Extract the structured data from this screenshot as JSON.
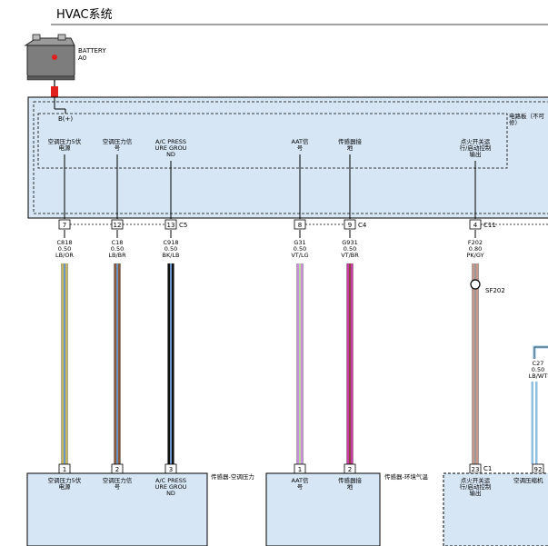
{
  "title": "HVAC系统",
  "battery": {
    "name": "BATTERY",
    "code": "A0",
    "terminal": "B(+)"
  },
  "module_top": {
    "label_line1": "电路板（不可",
    "label_line2": "修）"
  },
  "pins": [
    {
      "label": [
        "空调压力5伏",
        "电源"
      ]
    },
    {
      "label": [
        "空调压力信",
        "号"
      ]
    },
    {
      "label": [
        "A/C PRESS",
        "URE GROU",
        "ND"
      ]
    },
    {
      "label": [
        "AAT信",
        "号"
      ]
    },
    {
      "label": [
        "传感器接",
        "地"
      ]
    },
    {
      "label": [
        "点火开关运",
        "行/启动控制",
        "输出"
      ]
    }
  ],
  "connectors_top": [
    {
      "number": "7"
    },
    {
      "number": "12"
    },
    {
      "number": "13",
      "name": "C5"
    },
    {
      "number": "8"
    },
    {
      "number": "9",
      "name": "C4"
    },
    {
      "number": "4",
      "name": "C11"
    }
  ],
  "wires": [
    {
      "circuit": "C818",
      "gauge": "0.50",
      "color": "LB/OR"
    },
    {
      "circuit": "C18",
      "gauge": "0.50",
      "color": "LB/BR"
    },
    {
      "circuit": "C918",
      "gauge": "0.50",
      "color": "BK/LB"
    },
    {
      "circuit": "G31",
      "gauge": "0.50",
      "color": "VT/LG"
    },
    {
      "circuit": "G931",
      "gauge": "0.50",
      "color": "VT/BR"
    },
    {
      "circuit": "F202",
      "gauge": "0.80",
      "color": "PK/GY"
    },
    {
      "circuit": "C27",
      "gauge": "0.50",
      "color": "LB/WT"
    }
  ],
  "splice": "SF202",
  "connectors_bottom": [
    {
      "number": "1"
    },
    {
      "number": "2"
    },
    {
      "number": "3"
    },
    {
      "number": "1"
    },
    {
      "number": "2"
    },
    {
      "number": "23",
      "name": "C1"
    },
    {
      "number": "92"
    }
  ],
  "components": [
    {
      "name": "传感器-空调压力"
    },
    {
      "name": "传感器-环境气温"
    }
  ],
  "bottom_labels": [
    [
      "空调压力5伏",
      "电源"
    ],
    [
      "空调压力信",
      "号"
    ],
    [
      "A/C PRESS",
      "URE GROU",
      "ND"
    ],
    [
      "AAT信",
      "号"
    ],
    [
      "传感器接",
      "地"
    ],
    [
      "点火开关运",
      "行/启动控制",
      "输出"
    ],
    [
      "空调压缩机"
    ]
  ],
  "colors": {
    "module_fill": "#d6e6f5",
    "battery_terminal": "#e0201c",
    "wire_LB_OR": [
      "#c8b560",
      "#6a95c8"
    ],
    "wire_LB_BR": [
      "#8a5a3a",
      "#6a95c8"
    ],
    "wire_BK_LB": [
      "#111111",
      "#6a95c8"
    ],
    "wire_VT_LG": [
      "#c98fd8",
      "#b8d8a0"
    ],
    "wire_VT_BR": [
      "#c93ca8",
      "#8a4a3a"
    ],
    "wire_PK_GY": [
      "#c9968a",
      "#9a9a9a"
    ],
    "wire_LB_WT": [
      "#8fc0e0",
      "#ffffff"
    ]
  }
}
